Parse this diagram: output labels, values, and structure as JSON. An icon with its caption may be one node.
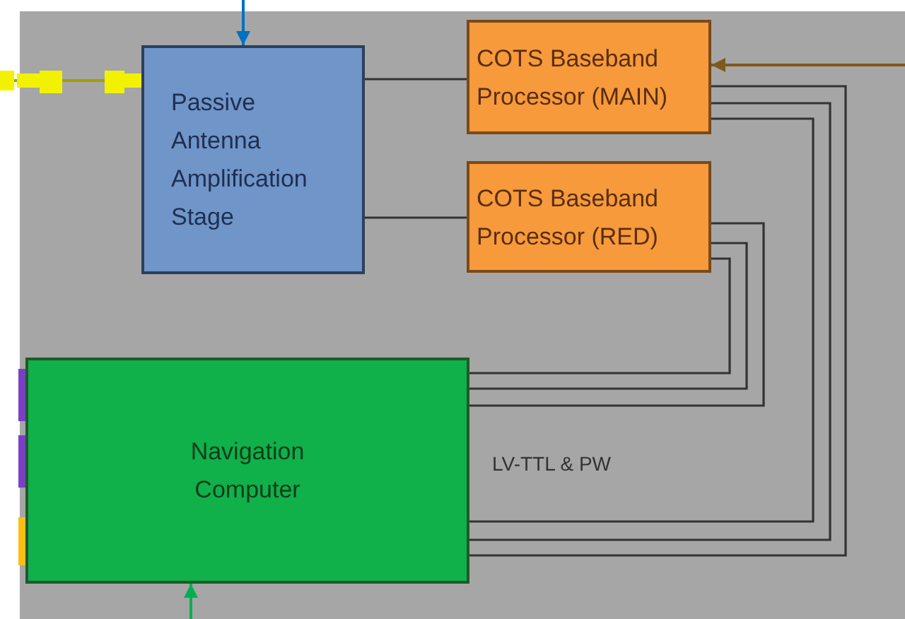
{
  "diagram": {
    "nodes": [
      {
        "text": [],
        "shape": "box"
      },
      {
        "text": [
          "Passive Antenna Amplification Stage"
        ],
        "in": 0
      },
      {
        "text": [
          "COTS Baseband Processor (MAIN)"
        ],
        "in": 0
      },
      {
        "text": [
          "COTS Baseband Processor (RED)"
        ],
        "in": 0
      },
      {
        "text": [
          "Navigation Computer"
        ],
        "in": 0
      }
    ],
    "edges": [
      {
        "from": null,
        "to": 1,
        "arrow": "none",
        "color": "#a0a000"
      },
      {
        "from": null,
        "to": 1,
        "arrow": "to",
        "color": "#0070c0"
      },
      {
        "from": null,
        "to": 2,
        "arrow": "to",
        "color": "#7f5a1e"
      },
      {
        "from": null,
        "to": 4,
        "arrow": "to",
        "color": "#00b050"
      },
      {
        "from": 1,
        "to": 2,
        "arrow": "none"
      },
      {
        "from": 1,
        "to": 3,
        "arrow": "none"
      },
      {
        "from": 2,
        "to": 4,
        "arrow": "none"
      },
      {
        "from": 2,
        "to": 4,
        "arrow": "none"
      },
      {
        "from": 2,
        "to": 4,
        "arrow": "none"
      },
      {
        "from": 3,
        "to": 4,
        "arrow": "none"
      },
      {
        "from": 3,
        "to": 4,
        "arrow": "none"
      },
      {
        "from": 3,
        "to": 4,
        "arrow": "none"
      }
    ],
    "labels": [
      "LV-TTL & PW"
    ]
  }
}
